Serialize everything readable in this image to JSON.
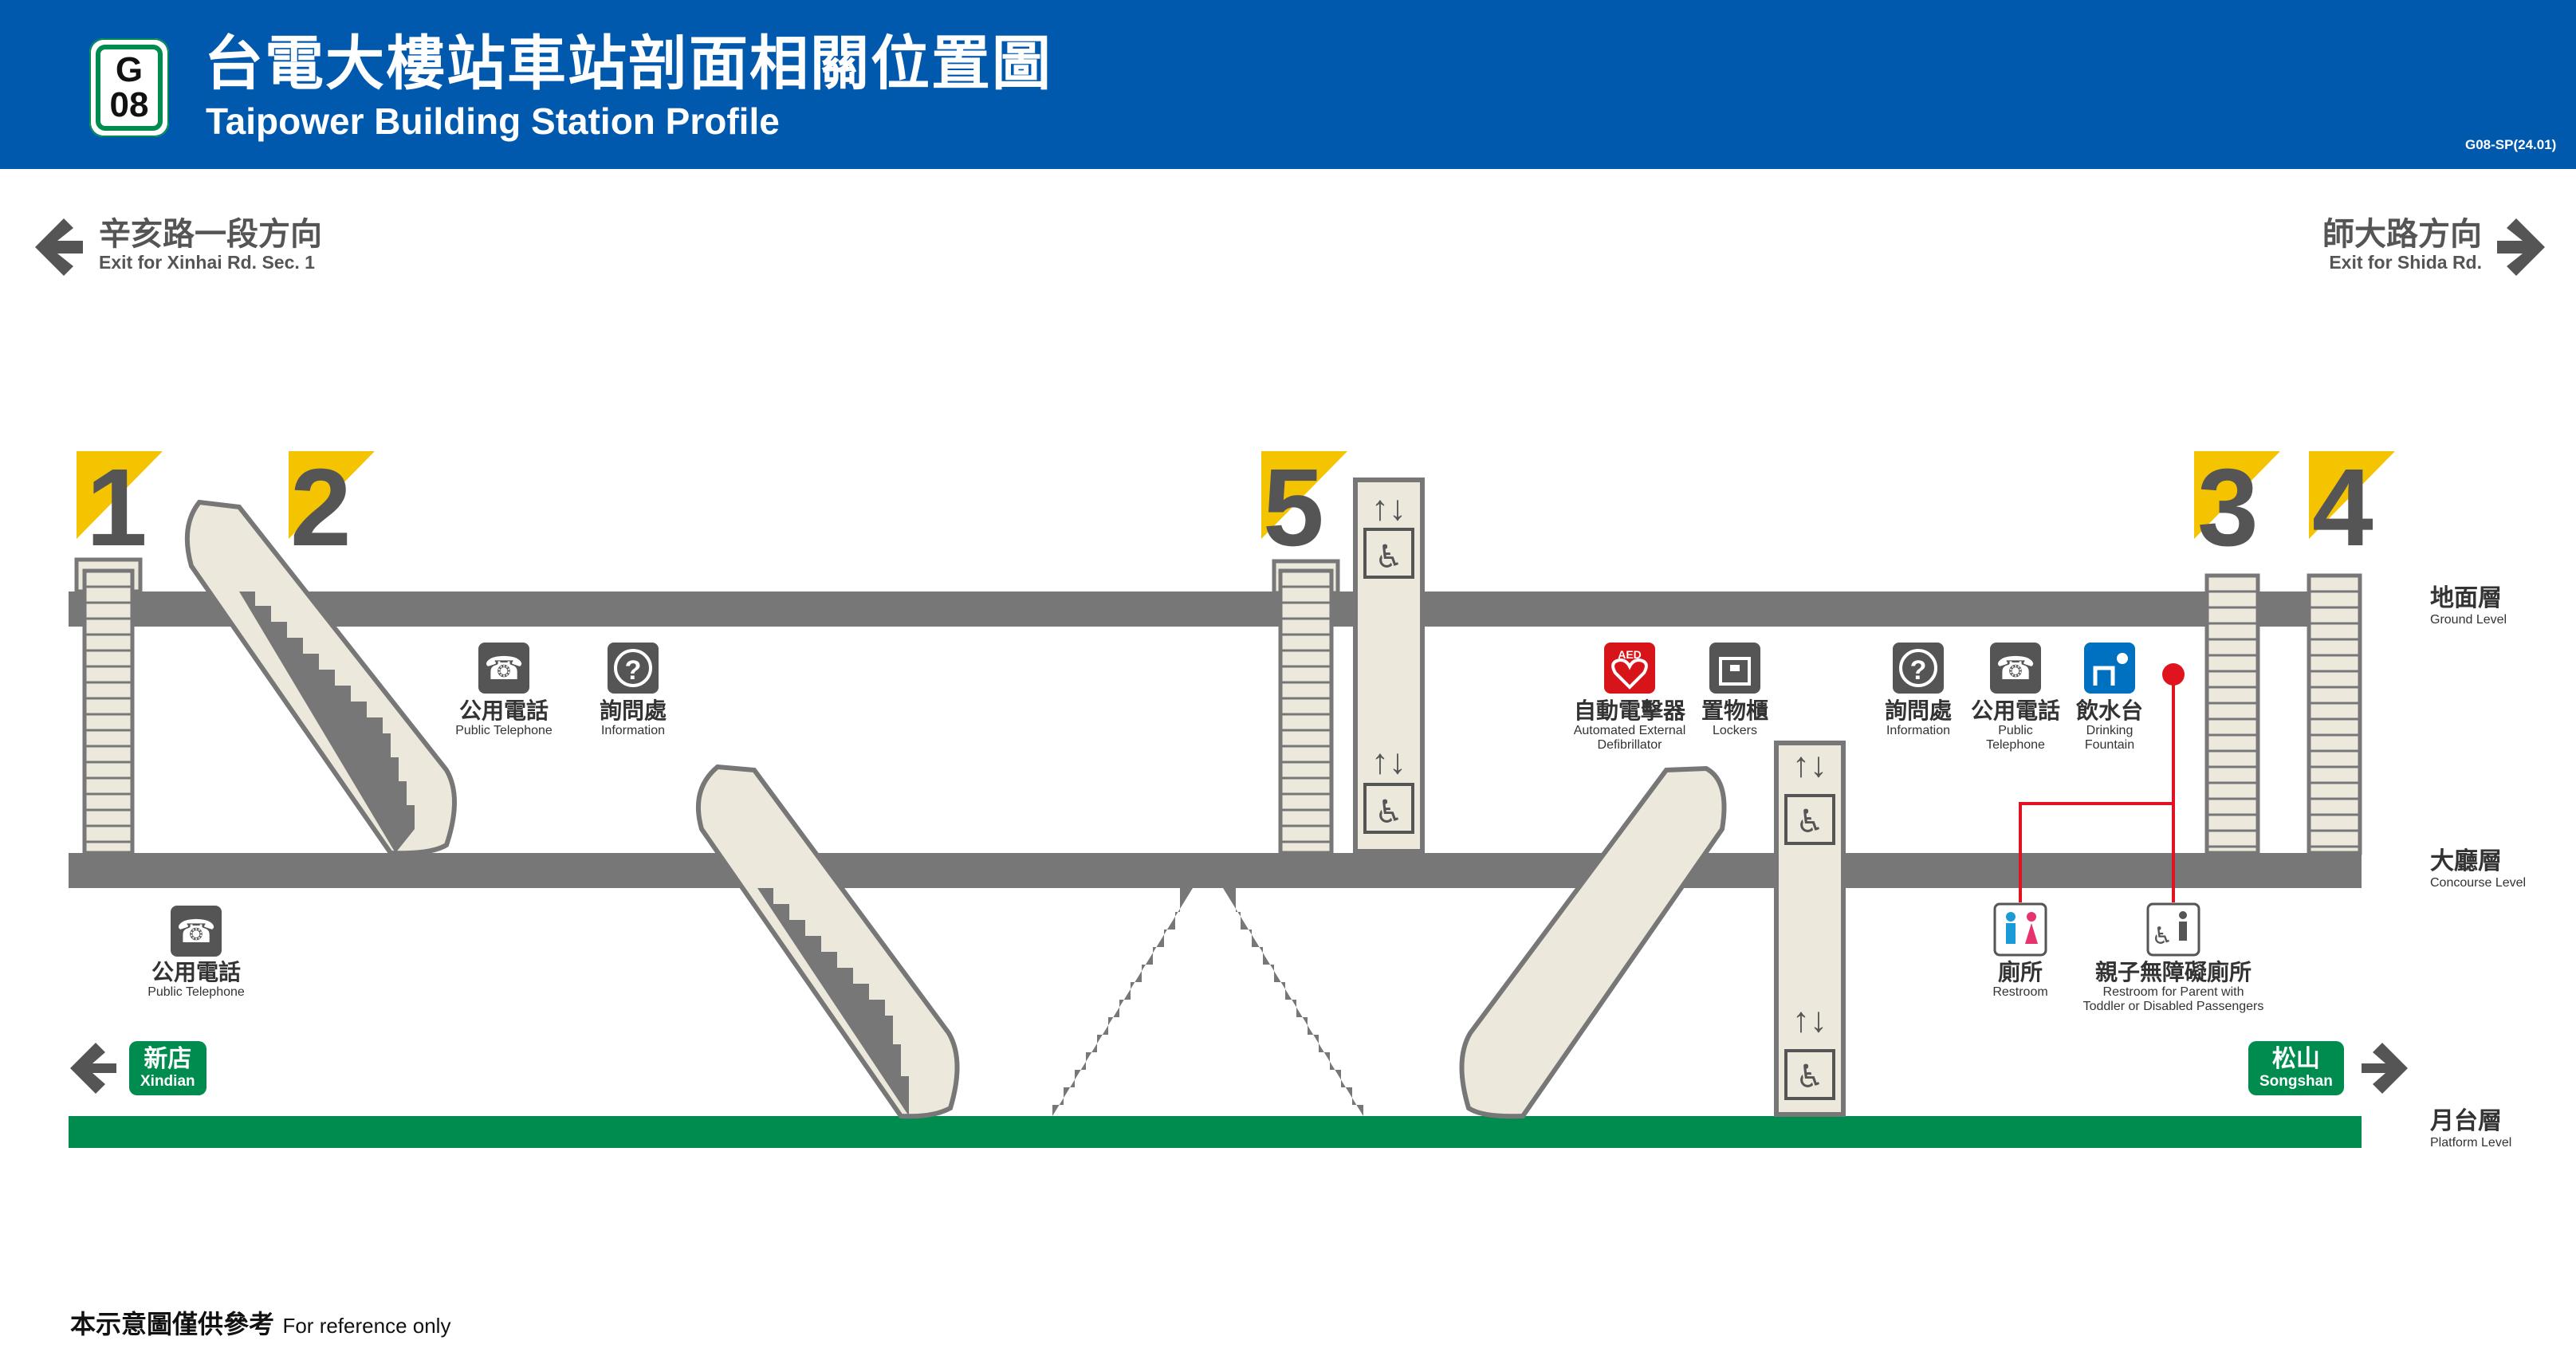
{
  "header": {
    "line_letter": "G",
    "station_number": "08",
    "title_zh": "台電大樓站車站剖面相關位置圖",
    "title_en": "Taipower Building Station Profile",
    "doc_code": "G08-SP(24.01)"
  },
  "exits_direction": {
    "left": {
      "zh": "辛亥路一段方向",
      "en": "Exit for Xinhai Rd. Sec. 1"
    },
    "right": {
      "zh": "師大路方向",
      "en": "Exit for Shida Rd."
    }
  },
  "exit_numbers": [
    "1",
    "2",
    "5",
    "3",
    "4"
  ],
  "levels": {
    "ground": {
      "zh": "地面層",
      "en": "Ground Level"
    },
    "concourse": {
      "zh": "大廳層",
      "en": "Concourse Level"
    },
    "platform": {
      "zh": "月台層",
      "en": "Platform Level"
    }
  },
  "facilities": {
    "phone_left": {
      "zh": "公用電話",
      "en": "Public Telephone"
    },
    "info_left": {
      "zh": "詢問處",
      "en": "Information"
    },
    "aed": {
      "zh": "自動電擊器",
      "en1": "Automated External",
      "en2": "Defibrillator",
      "icon_text": "AED"
    },
    "lockers": {
      "zh": "置物櫃",
      "en": "Lockers"
    },
    "info_right": {
      "zh": "詢問處",
      "en": "Information"
    },
    "phone_right": {
      "zh": "公用電話",
      "en1": "Public",
      "en2": "Telephone"
    },
    "fountain": {
      "zh": "飲水台",
      "en1": "Drinking",
      "en2": "Fountain"
    },
    "phone_concourse": {
      "zh": "公用電話",
      "en": "Public Telephone"
    },
    "restroom": {
      "zh": "廁所",
      "en": "Restroom"
    },
    "family_restroom": {
      "zh": "親子無障礙廁所",
      "en1": "Restroom for Parent with",
      "en2": "Toddler or Disabled Passengers"
    }
  },
  "directions": {
    "xindian": {
      "zh": "新店",
      "en": "Xindian"
    },
    "songshan": {
      "zh": "松山",
      "en": "Songshan"
    }
  },
  "footer": {
    "zh": "本示意圖僅供參考",
    "en": "For reference only"
  },
  "colors": {
    "header_blue": "#0059ad",
    "line_green": "#008c4f",
    "slab_gray": "#777777",
    "exit_yellow": "#f5c400",
    "stair_fill": "#ece9dc",
    "aed_red": "#d7141a",
    "fountain_blue": "#0070c0",
    "route_red": "#e0141e"
  }
}
